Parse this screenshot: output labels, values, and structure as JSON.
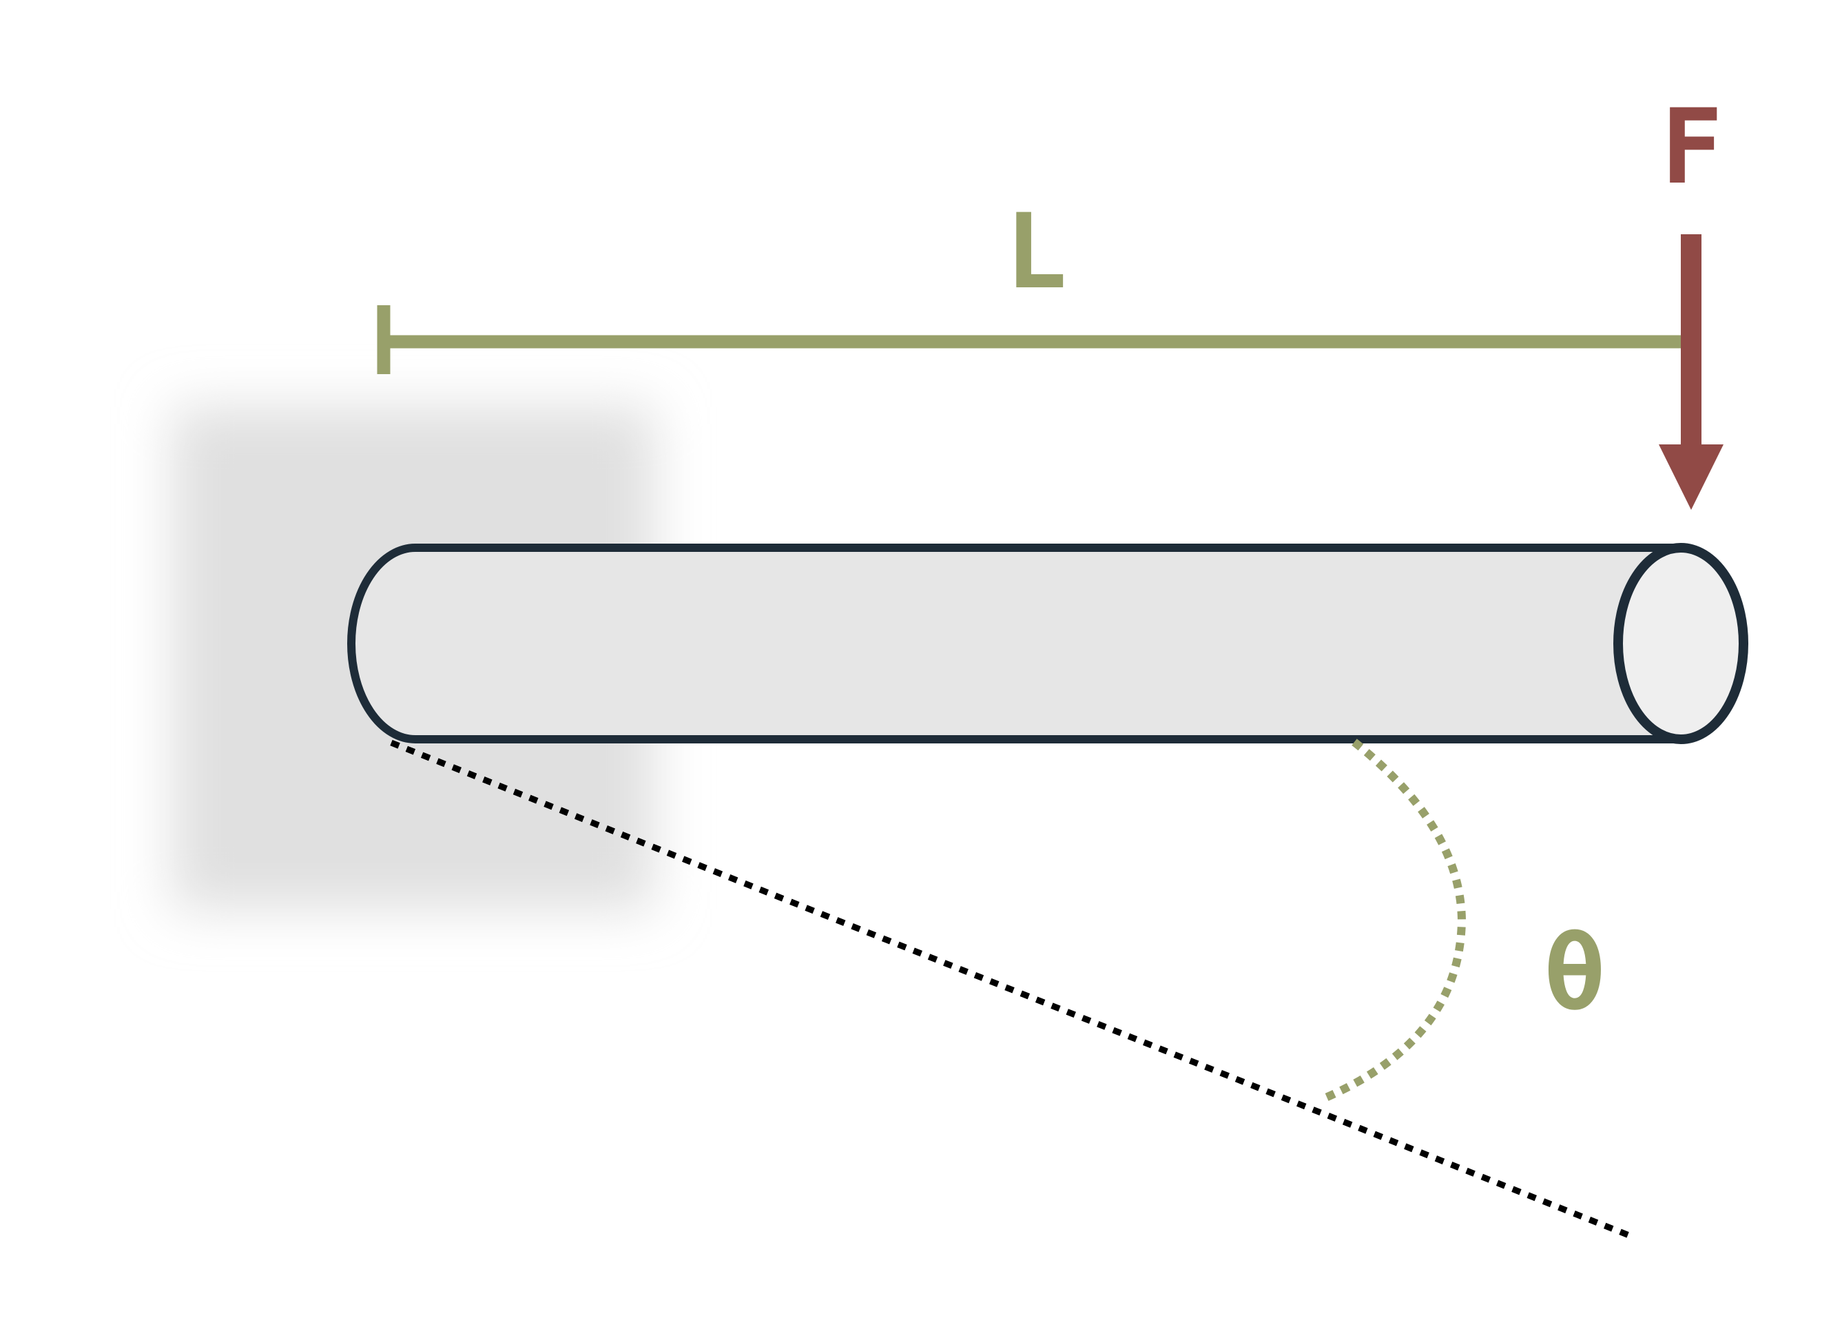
{
  "labels": {
    "length": "L",
    "force": "F",
    "angle": "θ"
  },
  "colors": {
    "background": "#ffffff",
    "dimension": "#98a06a",
    "force": "#914a46",
    "outline": "#1e2c38",
    "rod_fill": "#e6e6e6",
    "wall_shadow": "#e0e0e0",
    "reference_line": "#000000"
  }
}
